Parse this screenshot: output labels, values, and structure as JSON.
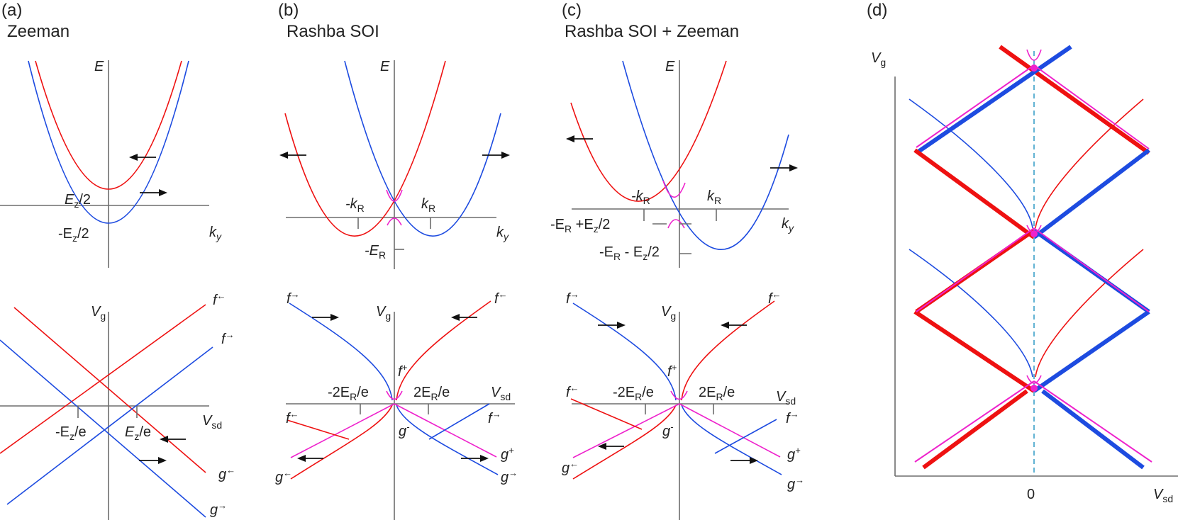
{
  "panels": {
    "a": {
      "tag": "(a)",
      "title": "Zeeman"
    },
    "b": {
      "tag": "(b)",
      "title": "Rashba SOI"
    },
    "c": {
      "tag": "(c)",
      "title": "Rashba SOI + Zeeman"
    },
    "d": {
      "tag": "(d)"
    }
  },
  "labels": {
    "E": "E",
    "ky_k": "k",
    "ky_sub": "y",
    "Vg_V": "V",
    "Vg_sub": "g",
    "Vsd_V": "V",
    "Vsd_sub": "sd",
    "zero": "0",
    "a_top_ez_pos": "E",
    "a_top_ez_pos_sub": "z",
    "a_top_ez_pos_tail": "/2",
    "a_top_ez_neg_head": "-E",
    "a_top_ez_neg_sub": "z",
    "a_top_ez_neg_tail": "/2",
    "a_bot_ez_neg_head": "-E",
    "a_bot_ez_neg_sub": "z",
    "a_bot_ez_neg_tail": "/e",
    "a_bot_ez_pos_head": "E",
    "a_bot_ez_pos_sub": "z",
    "a_bot_ez_pos_tail": "/e",
    "kR_neg_head": "-k",
    "kR_pos_head": "k",
    "R_sub": "R",
    "ER_neg_head": "-E",
    "bc_2ER_neg_head": "-2E",
    "bc_2ER_pos_head": "2E",
    "bc_ER_tail": "/e",
    "c_ERz_plus_head": "-E",
    "c_ERz_plus_mid": " +E",
    "c_ERz_plus_tail": "/2",
    "c_ERz_minus_head": "-E",
    "c_ERz_minus_mid": " - E",
    "c_ERz_minus_tail": "/2",
    "f": "f",
    "g": "g",
    "sup_left": "←",
    "sup_right": "→",
    "sup_plus": "+",
    "sup_minus": "-"
  },
  "colors": {
    "spin_left": "#ee1111",
    "spin_right": "#1d4be0",
    "mixed": "#ee22cc",
    "axis": "#6d6d6d",
    "dashed": "#3aa0c8"
  }
}
